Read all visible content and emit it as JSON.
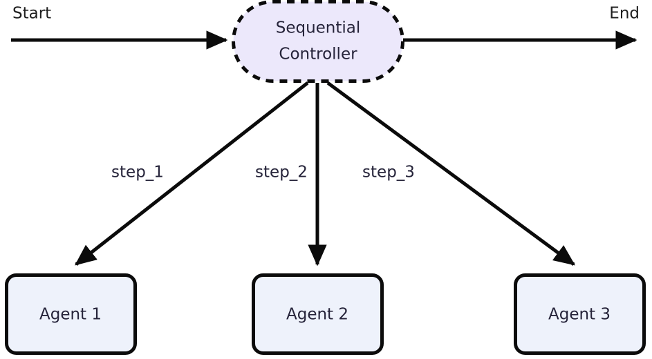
{
  "diagram": {
    "type": "flowchart",
    "direction": "top-down",
    "background_color": "#ffffff",
    "terminals": {
      "start_label": "Start",
      "end_label": "End"
    },
    "controller": {
      "name": "sequential-controller",
      "line1": "Sequential",
      "line2": "Controller",
      "shape": "stadium",
      "border_style": "dashed",
      "fill_color": "#ece8fb",
      "border_color": "#0b0b0b",
      "text_color": "#26243a"
    },
    "agents": [
      {
        "id": "agent-1",
        "label": "Agent 1",
        "shape": "rounded-rect",
        "fill_color": "#eef2fb",
        "border_color": "#0b0b0b",
        "text_color": "#26243a"
      },
      {
        "id": "agent-2",
        "label": "Agent 2",
        "shape": "rounded-rect",
        "fill_color": "#eef2fb",
        "border_color": "#0b0b0b",
        "text_color": "#26243a"
      },
      {
        "id": "agent-3",
        "label": "Agent 3",
        "shape": "rounded-rect",
        "fill_color": "#eef2fb",
        "border_color": "#0b0b0b",
        "text_color": "#26243a"
      }
    ],
    "edges": [
      {
        "id": "edge-start",
        "from": "start",
        "to": "sequential-controller",
        "label": ""
      },
      {
        "id": "edge-end",
        "from": "sequential-controller",
        "to": "end",
        "label": ""
      },
      {
        "id": "edge-step-1",
        "from": "sequential-controller",
        "to": "agent-1",
        "label": "step_1"
      },
      {
        "id": "edge-step-2",
        "from": "sequential-controller",
        "to": "agent-2",
        "label": "step_2"
      },
      {
        "id": "edge-step-3",
        "from": "sequential-controller",
        "to": "agent-3",
        "label": "step_3"
      }
    ],
    "edge_color": "#0b0b0b"
  }
}
